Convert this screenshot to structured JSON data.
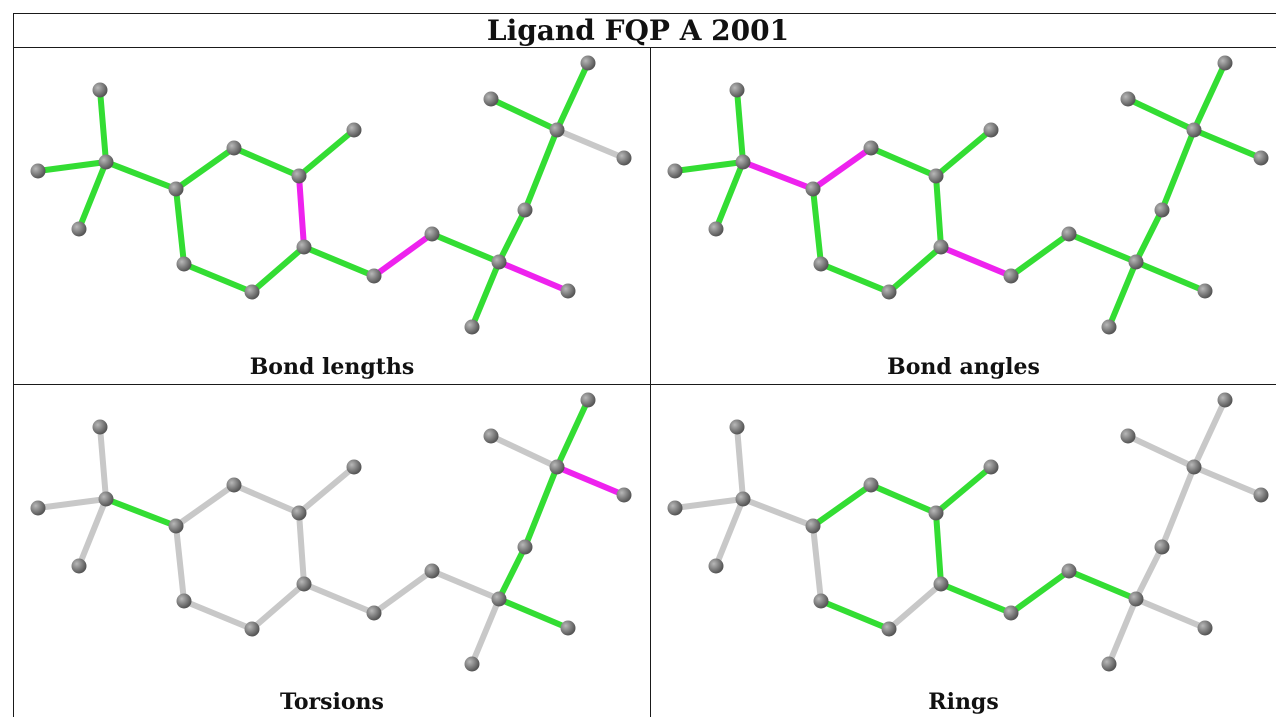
{
  "title": "Ligand FQP A 2001",
  "colors": {
    "good": "#33dd33",
    "outlier": "#ee22ee",
    "neutral": "#c8c8c8",
    "atom": "#777777",
    "atom_highlight": "#b8b8b8"
  },
  "panels": [
    {
      "key": "bond_lengths",
      "caption": "Bond lengths",
      "bond_colors": [
        "good",
        "good",
        "good",
        "good",
        "good",
        "good",
        "good",
        "outlier",
        "good",
        "good",
        "good",
        "good",
        "outlier",
        "good",
        "good",
        "outlier",
        "good",
        "good",
        "good",
        "good",
        "neutral",
        "good",
        "good",
        "good",
        "good"
      ]
    },
    {
      "key": "bond_angles",
      "caption": "Bond angles",
      "bond_colors": [
        "good",
        "good",
        "good",
        "outlier",
        "outlier",
        "good",
        "good",
        "good",
        "good",
        "good",
        "good",
        "outlier",
        "good",
        "good",
        "good",
        "good",
        "good",
        "good",
        "good",
        "good",
        "good",
        "good",
        "outlier",
        "outlier",
        "good"
      ]
    },
    {
      "key": "torsions",
      "caption": "Torsions",
      "bond_colors": [
        "neutral",
        "neutral",
        "neutral",
        "good",
        "neutral",
        "neutral",
        "neutral",
        "neutral",
        "neutral",
        "neutral",
        "neutral",
        "neutral",
        "neutral",
        "neutral",
        "neutral",
        "good",
        "good",
        "good",
        "good",
        "neutral",
        "outlier",
        "good",
        "neutral",
        "neutral",
        "neutral"
      ]
    },
    {
      "key": "rings",
      "caption": "Rings",
      "bond_colors": [
        "neutral",
        "neutral",
        "neutral",
        "neutral",
        "good",
        "good",
        "good",
        "good",
        "neutral",
        "good",
        "neutral",
        "good",
        "good",
        "good",
        "neutral",
        "neutral",
        "neutral",
        "neutral",
        "neutral",
        "neutral",
        "neutral",
        "neutral",
        "neutral",
        "neutral",
        "neutral"
      ]
    }
  ]
}
